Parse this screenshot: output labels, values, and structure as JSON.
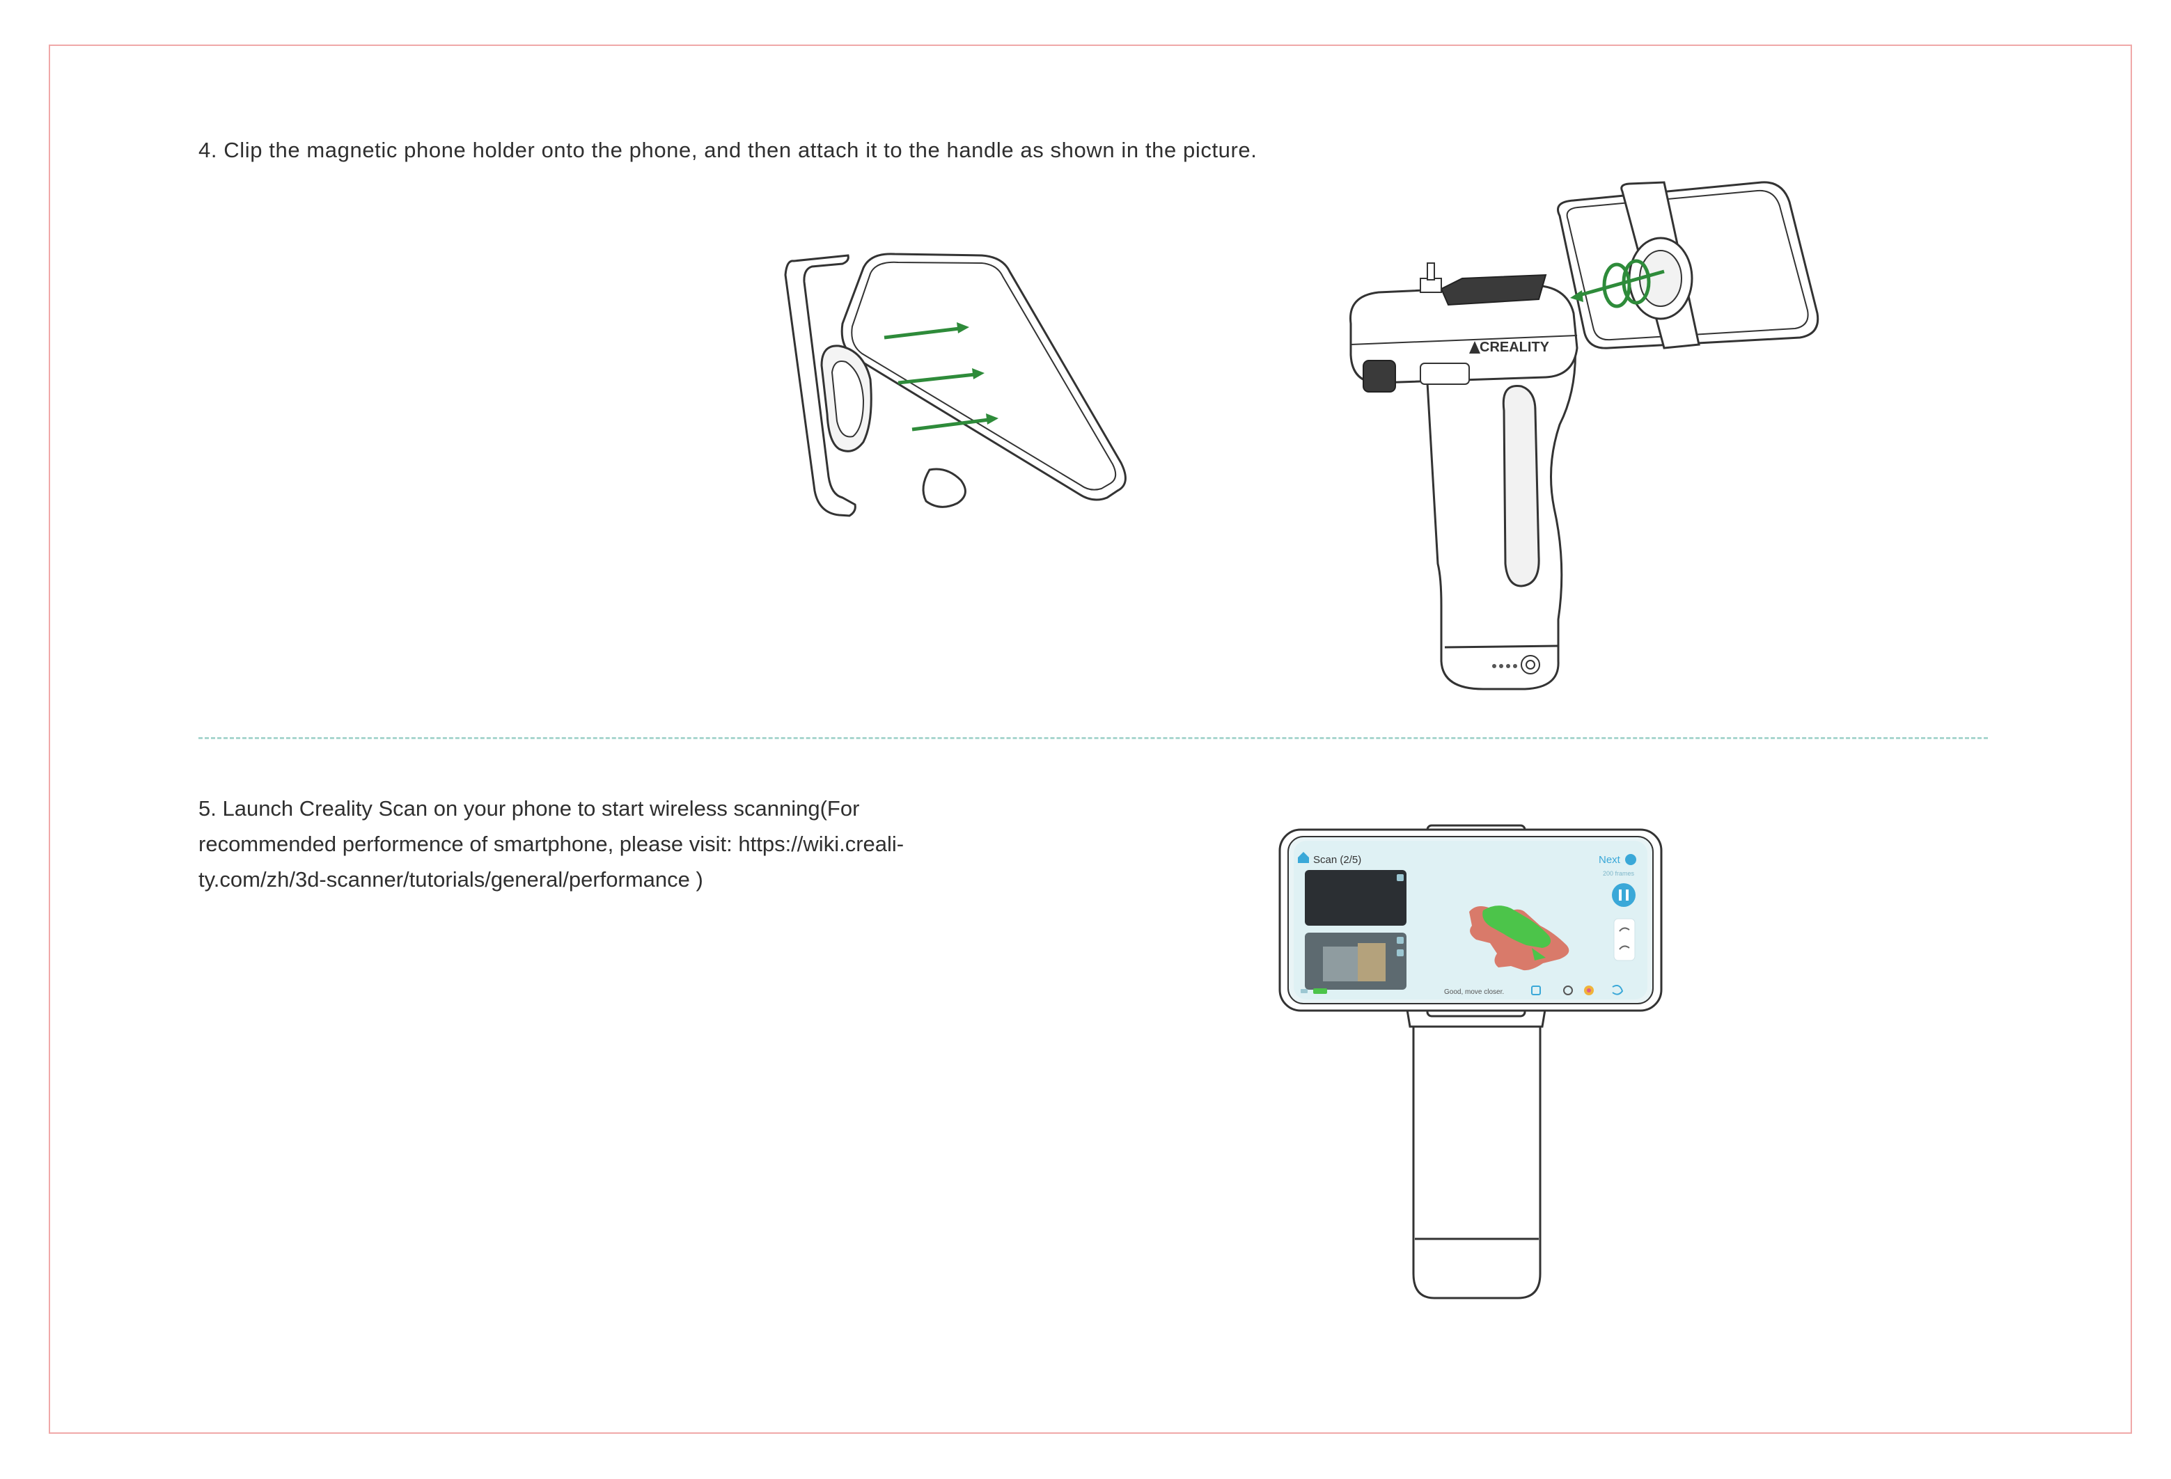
{
  "steps": {
    "step4": "4. Clip the magnetic phone holder onto the phone, and then attach it to the handle as shown in the picture.",
    "step5_line1": "5. Launch Creality Scan on your phone to start wireless scanning(For",
    "step5_line2": "recommended performence of smartphone, please visit:  https://wiki.creali-",
    "step5_line3": "ty.com/zh/3d-scanner/tutorials/general/performance )"
  },
  "handle": {
    "brand": "CREALITY"
  },
  "phone_app": {
    "title": "Scan (2/5)",
    "next_label": "Next",
    "frames_label": "200 frames",
    "hint": "Good, move closer."
  },
  "colors": {
    "frame_border": "#f0a8a8",
    "divider": "#a9d6cf",
    "arrow_green": "#2e8b3a",
    "app_accent": "#3aa8d8",
    "model_green": "#4cc44a",
    "model_red": "#d97a6a"
  }
}
